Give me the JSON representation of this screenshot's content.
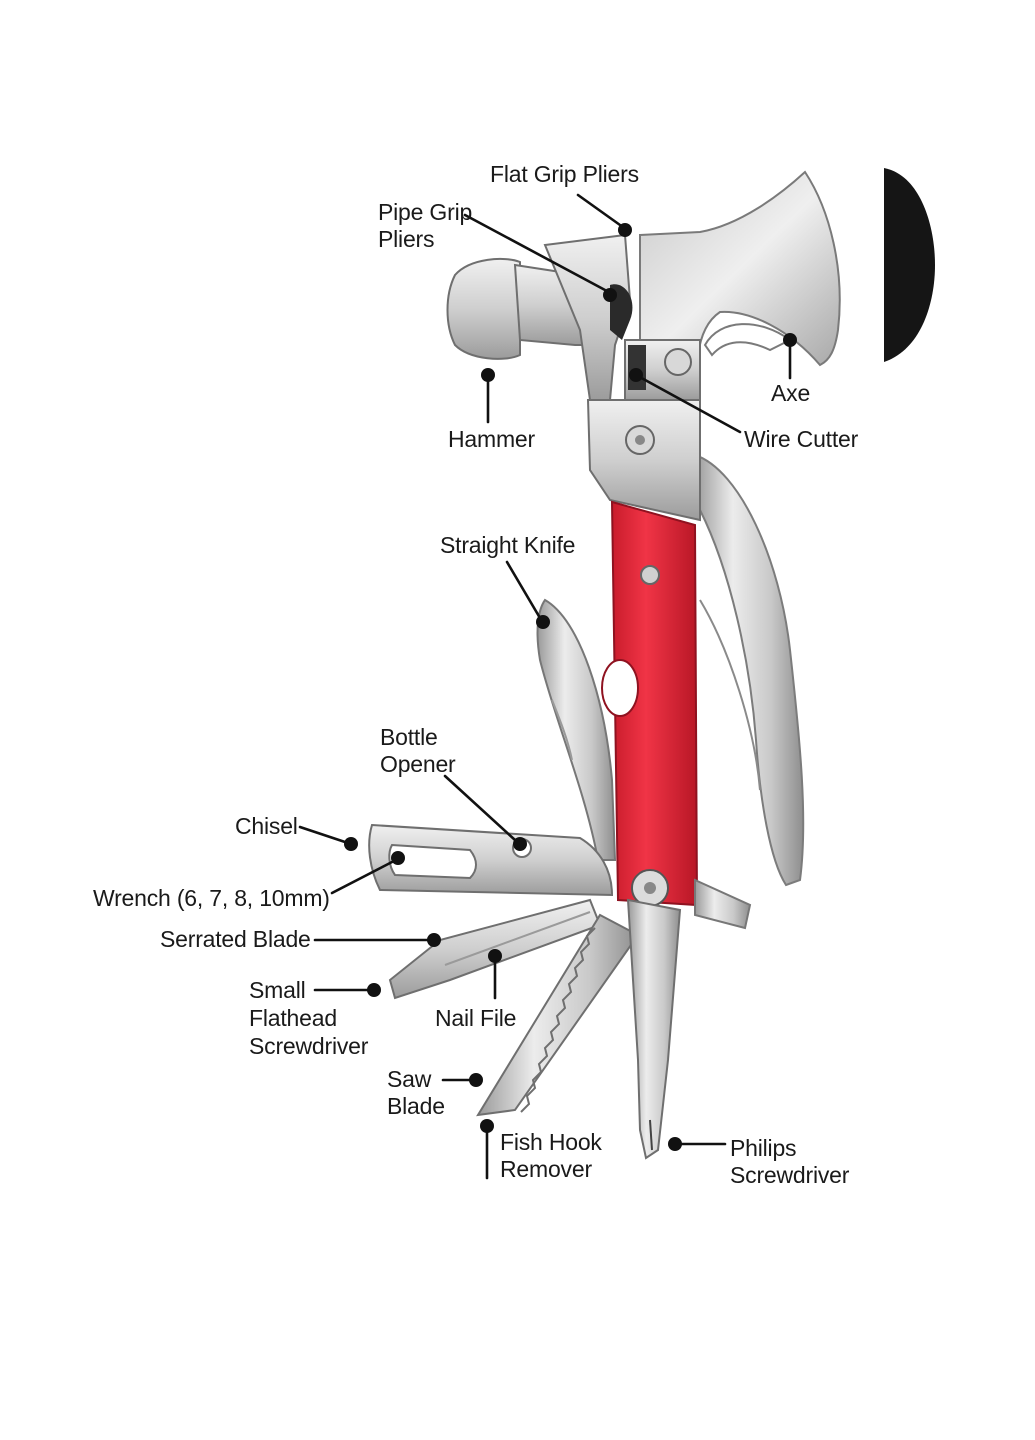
{
  "labels": {
    "flat_grip_pliers": "Flat Grip Pliers",
    "pipe_grip_pliers": [
      "Pipe Grip",
      "Pliers"
    ],
    "axe": "Axe",
    "hammer": "Hammer",
    "wire_cutter": "Wire Cutter",
    "straight_knife": "Straight Knife",
    "bottle_opener": [
      "Bottle",
      "Opener"
    ],
    "chisel": "Chisel",
    "wrench": "Wrench (6, 7, 8, 10mm)",
    "serrated_blade": "Serrated Blade",
    "small_flathead_screwdriver": [
      "Small",
      "Flathead",
      "Screwdriver"
    ],
    "nail_file": "Nail File",
    "saw_blade": [
      "Saw",
      "Blade"
    ],
    "fish_hook_remover": [
      "Fish Hook",
      "Remover"
    ],
    "philips_screwdriver": [
      "Philips",
      "Screwdriver"
    ]
  },
  "colors": {
    "handle_red": "#e8283a",
    "steel_light": "#e4e4e4",
    "steel_mid": "#bdbdbd",
    "steel_dark": "#8a8a8a",
    "leader": "#111111",
    "sheath_black": "#151515"
  }
}
